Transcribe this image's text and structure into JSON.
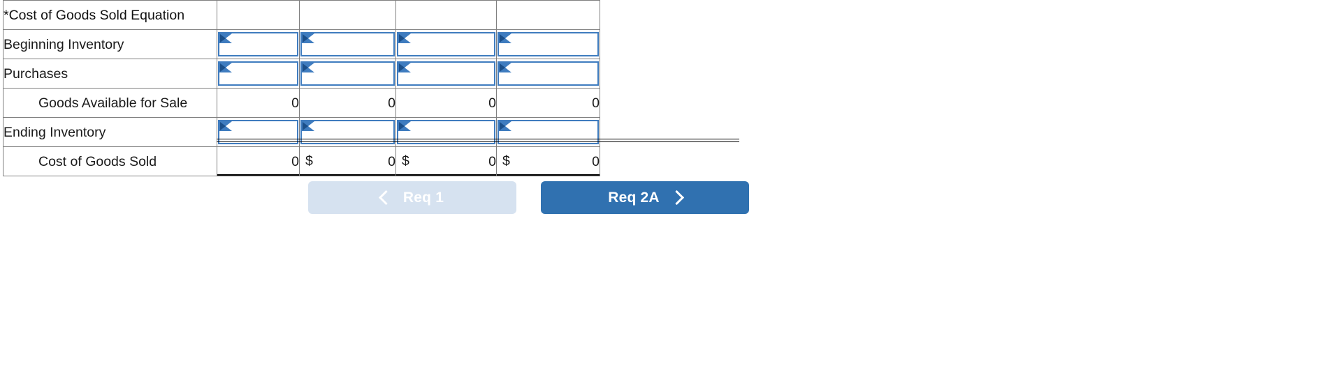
{
  "worksheet": {
    "header_title": "*Cost of Goods Sold Equation",
    "header_blank_labels": [
      "",
      "",
      "",
      ""
    ],
    "rows": [
      {
        "label": "Beginning Inventory",
        "indent": false,
        "type": "input",
        "cells": [
          {
            "currency": "",
            "value": ""
          },
          {
            "currency": "",
            "value": ""
          },
          {
            "currency": "",
            "value": ""
          },
          {
            "currency": "",
            "value": ""
          }
        ]
      },
      {
        "label": "Purchases",
        "indent": false,
        "type": "input",
        "cells": [
          {
            "currency": "",
            "value": ""
          },
          {
            "currency": "",
            "value": ""
          },
          {
            "currency": "",
            "value": ""
          },
          {
            "currency": "",
            "value": ""
          }
        ]
      },
      {
        "label": "Goods Available for Sale",
        "indent": true,
        "type": "computed",
        "cells": [
          {
            "currency": "",
            "value": "0"
          },
          {
            "currency": "",
            "value": "0"
          },
          {
            "currency": "",
            "value": "0"
          },
          {
            "currency": "",
            "value": "0"
          }
        ]
      },
      {
        "label": "Ending Inventory",
        "indent": false,
        "type": "input",
        "cells": [
          {
            "currency": "",
            "value": ""
          },
          {
            "currency": "",
            "value": ""
          },
          {
            "currency": "",
            "value": ""
          },
          {
            "currency": "",
            "value": ""
          }
        ]
      },
      {
        "label": "Cost of Goods Sold",
        "indent": true,
        "type": "total",
        "cells": [
          {
            "currency": "",
            "value": "0"
          },
          {
            "currency": "$",
            "value": "0"
          },
          {
            "currency": "$",
            "value": "0"
          },
          {
            "currency": "$",
            "value": "0"
          }
        ]
      }
    ]
  },
  "nav": {
    "prev": {
      "label": "Req 1",
      "icon": "chevron-left-icon",
      "disabled": true
    },
    "next": {
      "label": "Req 2A",
      "icon": "chevron-right-icon",
      "disabled": false
    }
  },
  "colors": {
    "header_blue": "#7BA7DC",
    "input_border_blue": "#3F7CBF",
    "marker_blue": "#1B4F8A",
    "btn_next_blue": "#3071B0",
    "btn_prev_blue": "#D6E2F0",
    "grid_gray": "#808080"
  }
}
